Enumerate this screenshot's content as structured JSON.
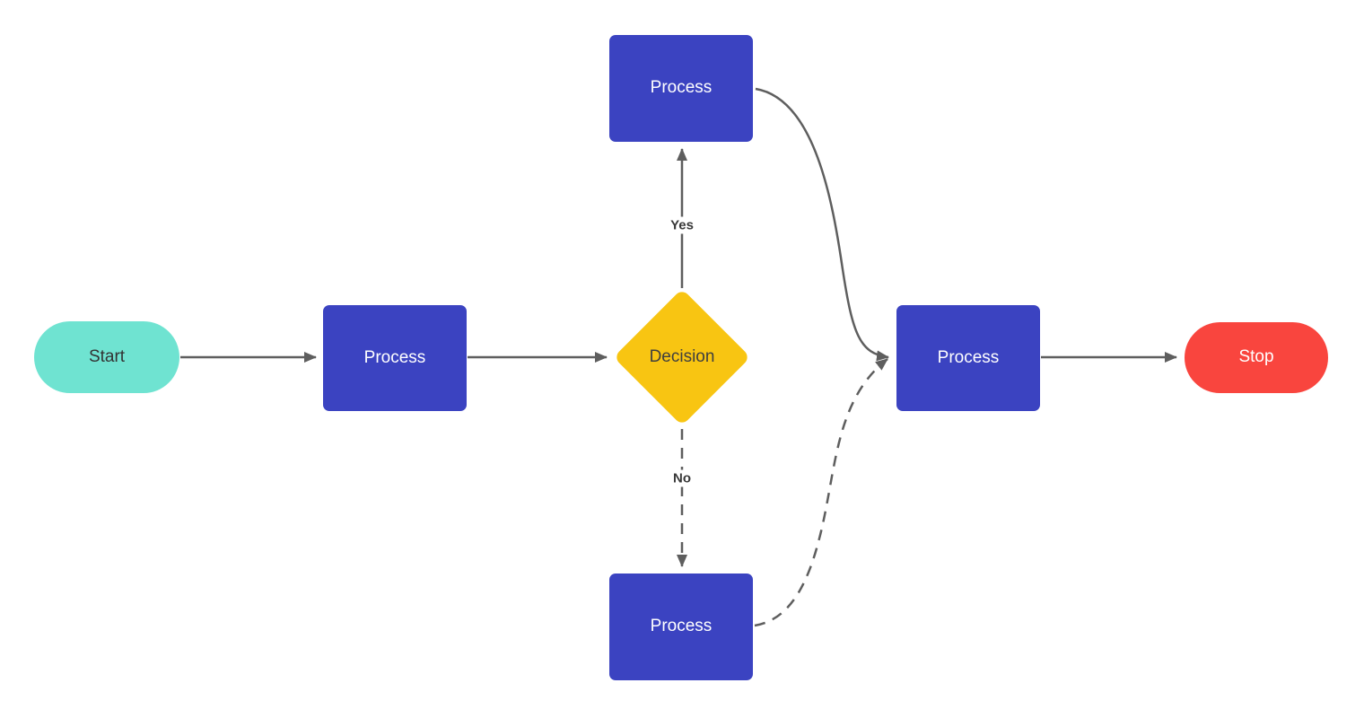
{
  "diagram": {
    "type": "flowchart",
    "background": "#FFFFFF"
  },
  "colors": {
    "teal": "#6FE3D1",
    "indigo": "#3B43C1",
    "yellow": "#F8C512",
    "red": "#F9453E",
    "edge_gray": "#5E5E5E",
    "dark_text": "#383838",
    "light_text": "#FFFFFF"
  },
  "edge_style": {
    "stroke": "#5E5E5E",
    "width": 2.5,
    "dash_pattern": "12 9"
  },
  "nodes": {
    "start": {
      "label": "Start",
      "type": "terminator",
      "fill": "#6FE3D1",
      "text_color": "#333333"
    },
    "process_left": {
      "label": "Process",
      "type": "process",
      "fill": "#3B43C1",
      "text_color": "#FFFFFF"
    },
    "decision": {
      "label": "Decision",
      "type": "decision",
      "fill": "#F8C512",
      "text_color": "#3F3F3F"
    },
    "process_top": {
      "label": "Process",
      "type": "process",
      "fill": "#3B43C1",
      "text_color": "#FFFFFF"
    },
    "process_bottom": {
      "label": "Process",
      "type": "process",
      "fill": "#3B43C1",
      "text_color": "#FFFFFF"
    },
    "process_right": {
      "label": "Process",
      "type": "process",
      "fill": "#3B43C1",
      "text_color": "#FFFFFF"
    },
    "stop": {
      "label": "Stop",
      "type": "terminator",
      "fill": "#F9453E",
      "text_color": "#FFFFFF"
    }
  },
  "edges": [
    {
      "from": "start",
      "to": "process_left",
      "style": "solid",
      "label": ""
    },
    {
      "from": "process_left",
      "to": "decision",
      "style": "solid",
      "label": ""
    },
    {
      "from": "decision",
      "to": "process_top",
      "style": "solid",
      "label": "Yes"
    },
    {
      "from": "decision",
      "to": "process_bottom",
      "style": "dashed",
      "label": "No"
    },
    {
      "from": "process_top",
      "to": "process_right",
      "style": "solid",
      "label": ""
    },
    {
      "from": "process_bottom",
      "to": "process_right",
      "style": "dashed",
      "label": ""
    },
    {
      "from": "process_right",
      "to": "stop",
      "style": "solid",
      "label": ""
    }
  ]
}
